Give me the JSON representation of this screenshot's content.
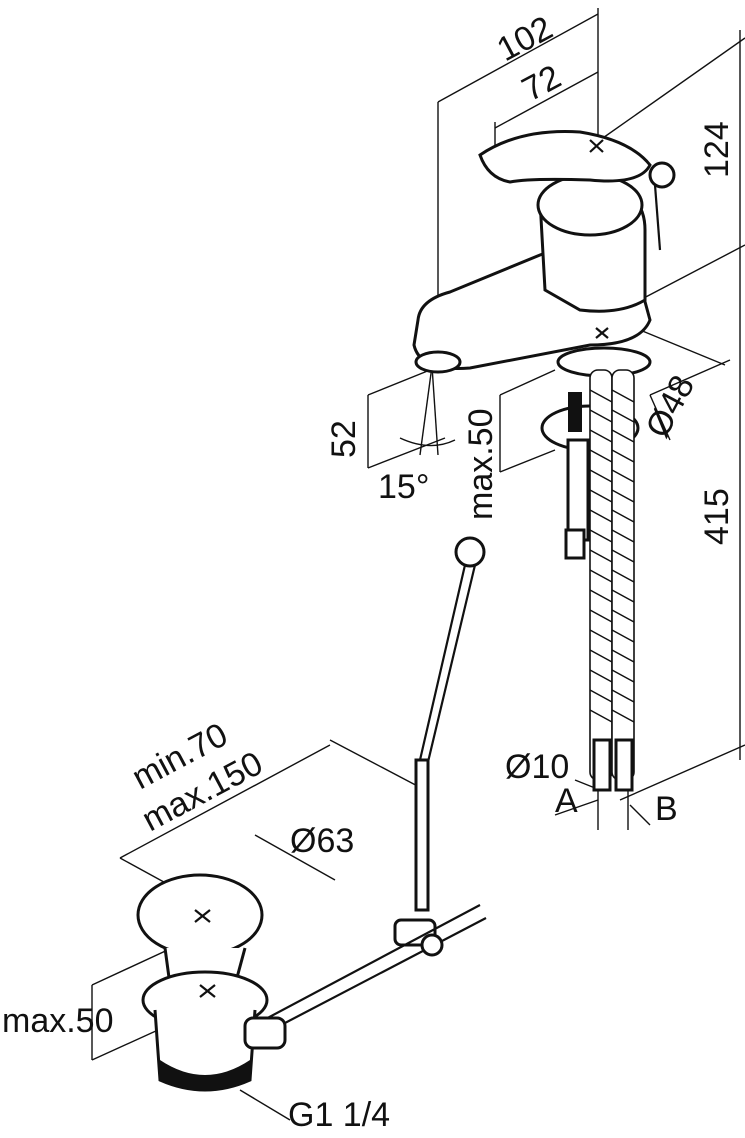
{
  "drawing": {
    "labels": {
      "dim_102": "102",
      "dim_72": "72",
      "dim_124": "124",
      "dim_48": "Ø48",
      "dim_52": "52",
      "dim_max50_top": "max.50",
      "dim_15deg": "15°",
      "dim_415": "415",
      "dim_10": "Ø10",
      "label_a": "A",
      "label_b": "B",
      "dim_min70": "min.70",
      "dim_max150": "max.150",
      "dim_63": "Ø63",
      "dim_max50_bottom": "max.50",
      "thread_g114": "G1 1/4"
    },
    "colors": {
      "line": "#111111",
      "background": "#ffffff",
      "fill_dark": "#111111"
    }
  }
}
